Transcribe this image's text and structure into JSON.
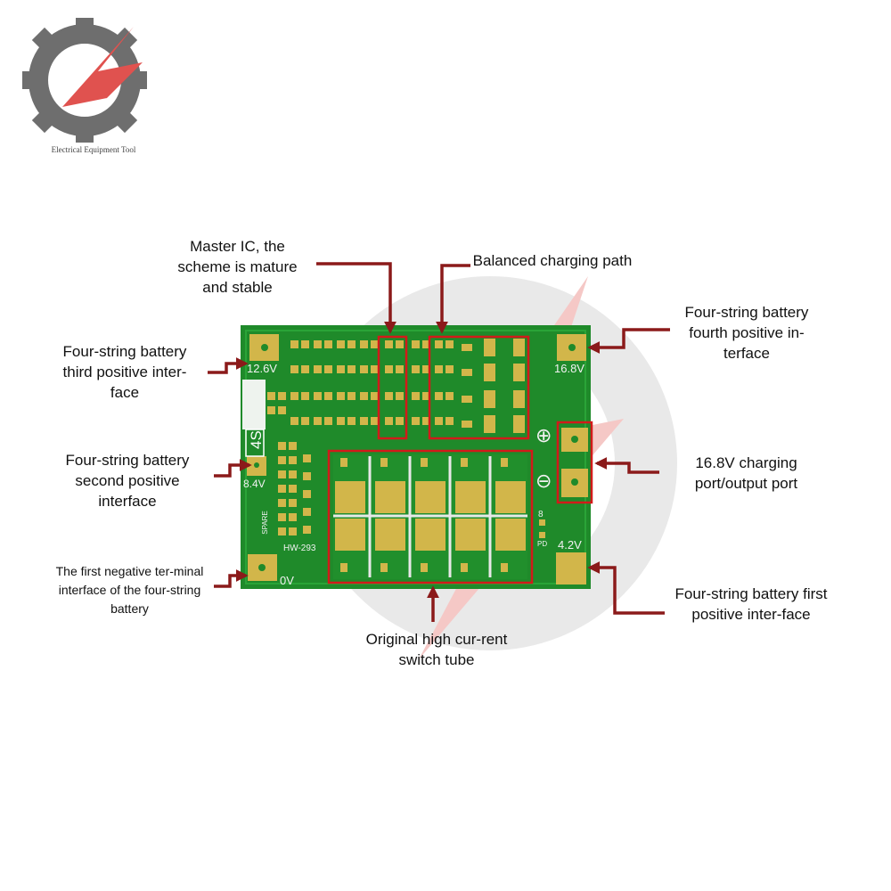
{
  "logo": {
    "caption": "Electrical Equipment Tool",
    "colors": {
      "gear": "#6e6e6e",
      "accent": "#e0524f"
    }
  },
  "board": {
    "model_label": "HW-293",
    "series_label": "4S",
    "pad_labels": {
      "v12_6": "12.6V",
      "v16_8": "16.8V",
      "v8_4": "8.4V",
      "v4_2": "4.2V",
      "v0": "0V",
      "plus": "⊕",
      "minus": "⊖",
      "spare": "SPARE",
      "pd": "PD",
      "eight": "8"
    },
    "colors": {
      "pcb": "#1f8a2a",
      "pad": "#d2b64a",
      "highlight": "#d21a1a",
      "arrow": "#8b1a1a"
    }
  },
  "annotations": {
    "master_ic": "Master IC, the scheme is mature and stable",
    "balanced_path": "Balanced charging path",
    "third_positive": "Four-string battery third positive inter-face",
    "fourth_positive": "Four-string battery fourth positive in-terface",
    "second_positive": "Four-string battery second positive interface",
    "charging_port": "16.8V charging port/output port",
    "first_negative": "The first negative ter-minal interface of the four-string battery",
    "first_positive": "Four-string battery first positive inter-face",
    "switch_tube": "Original high cur-rent switch tube"
  }
}
